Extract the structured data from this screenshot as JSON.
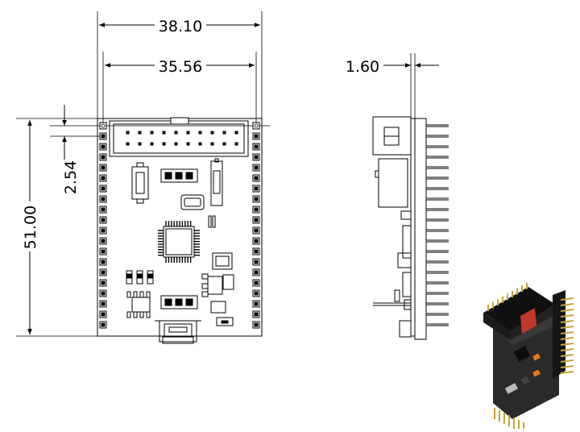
{
  "dimensions": {
    "board_width": "38.10",
    "pin_row_spacing": "35.56",
    "board_thickness": "1.60",
    "pin_pitch": "2.54",
    "board_height": "51.00"
  },
  "colors": {
    "line": "#000000",
    "paper": "#ffffff",
    "pcb_black": "#1a1a1a",
    "header_red": "#c0392b",
    "pin_gold": "#c9a23a",
    "component_orange": "#e07b1a"
  }
}
